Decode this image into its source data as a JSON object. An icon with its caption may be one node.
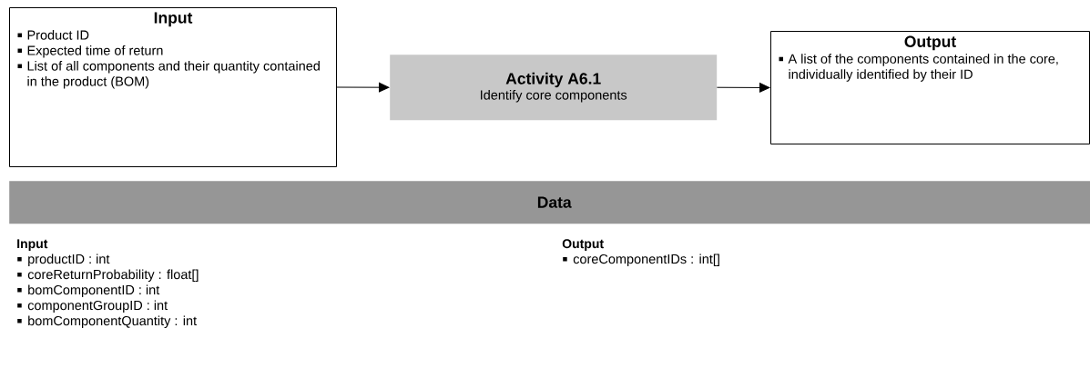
{
  "diagram": {
    "nodes": [
      {
        "text": [
          "Input",
          "Product ID",
          "Expected time of return",
          "List of all components and their quantity contained in the product (BOM)"
        ]
      },
      {
        "text": [
          "Activity A6.1",
          "Identify core components"
        ]
      },
      {
        "text": [
          "Output",
          "A list of the components contained in the core, individually identified by their ID"
        ]
      },
      {
        "text": [
          "Data"
        ]
      }
    ],
    "edges": [
      {
        "from": 0,
        "to": 1,
        "arrow": "to"
      },
      {
        "from": 1,
        "to": 2,
        "arrow": "to"
      }
    ],
    "labels": [
      "Input",
      "productID : int",
      "coreReturnProbability : float[]",
      "bomComponentID : int",
      "componentGroupID : int",
      "bomComponentQuantity : int",
      "Output",
      "coreComponentIDs : int[]"
    ]
  }
}
